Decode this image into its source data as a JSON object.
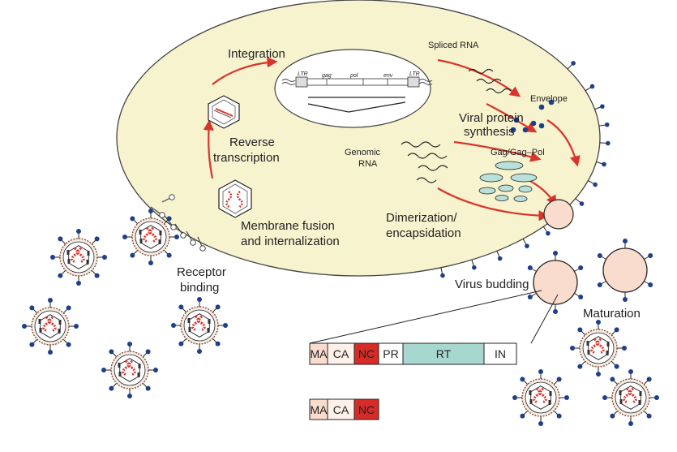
{
  "labels": {
    "integration": "Integration",
    "spliced_rna": "Spliced RNA",
    "envelope": "Envelope",
    "viral_protein_1": "Viral protein",
    "viral_protein_2": "synthesis",
    "reverse_1": "Reverse",
    "reverse_2": "transcription",
    "genomic_1": "Genomic",
    "genomic_2": "RNA",
    "gag": "Gag/Gag–Pol",
    "membrane_1": "Membrane fusion",
    "membrane_2": "and internalization",
    "dimer_1": "Dimerization/",
    "dimer_2": "encapsidation",
    "receptor_1": "Receptor",
    "receptor_2": "binding",
    "budding": "Virus budding",
    "maturation": "Maturation"
  },
  "provirus": {
    "ltr_left": "LTR",
    "gag": "gag",
    "pol": "pol",
    "env": "env",
    "ltr_right": "LTR"
  },
  "gagpol_bar": [
    {
      "label": "MA",
      "color": "#f9dccd"
    },
    {
      "label": "CA",
      "color": "#fdf1ea"
    },
    {
      "label": "NC",
      "color": "#d62b26"
    },
    {
      "label": "PR",
      "color": "#ffffff"
    },
    {
      "label": "RT",
      "color": "#a7d8cf"
    },
    {
      "label": "IN",
      "color": "#ffffff"
    }
  ],
  "gag_bar": [
    {
      "label": "MA",
      "color": "#f9dccd"
    },
    {
      "label": "CA",
      "color": "#fdf1ea"
    },
    {
      "label": "NC",
      "color": "#d62b26"
    }
  ],
  "colors": {
    "cell": "#f7f3cf",
    "arrow": "#d9342b",
    "spike": "#1f3f8a",
    "virion_fill": "#f9dccd",
    "protein": "#b9e1d9"
  }
}
